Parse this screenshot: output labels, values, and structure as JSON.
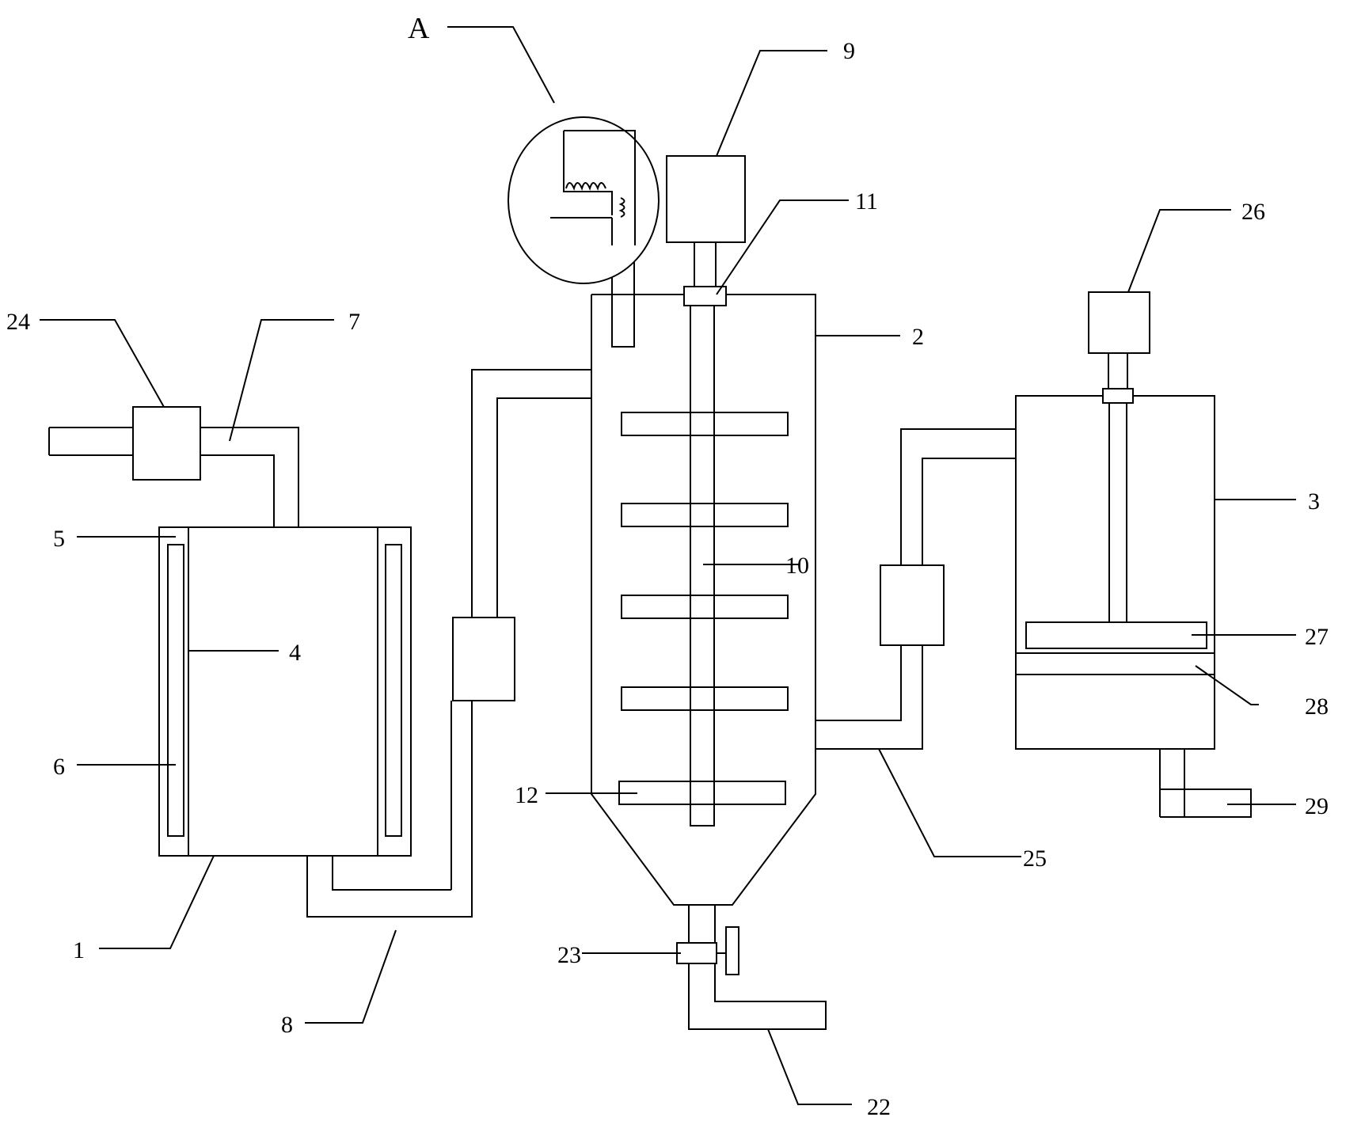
{
  "labels": {
    "A": "A",
    "l1": "1",
    "l2": "2",
    "l3": "3",
    "l4": "4",
    "l5": "5",
    "l6": "6",
    "l7": "7",
    "l8": "8",
    "l9": "9",
    "l10": "10",
    "l11": "11",
    "l12": "12",
    "l22": "22",
    "l23": "23",
    "l24": "24",
    "l25": "25",
    "l26": "26",
    "l27": "27",
    "l28": "28",
    "l29": "29"
  }
}
